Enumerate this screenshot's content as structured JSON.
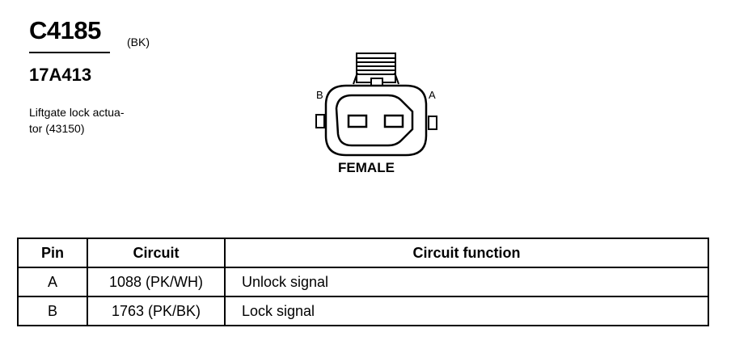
{
  "header": {
    "connector_id": "C4185",
    "connector_color": "(BK)",
    "part_number": "17A413",
    "description_lines": [
      "Liftgate lock actua-",
      "tor (43150)"
    ]
  },
  "diagram": {
    "pin_label_left": "B",
    "pin_label_right": "A",
    "gender": "FEMALE"
  },
  "table": {
    "headers": [
      "Pin",
      "Circuit",
      "Circuit function"
    ],
    "rows": [
      {
        "pin": "A",
        "circuit": "1088 (PK/WH)",
        "function": "Unlock signal"
      },
      {
        "pin": "B",
        "circuit": "1763 (PK/BK)",
        "function": "Lock signal"
      }
    ]
  }
}
